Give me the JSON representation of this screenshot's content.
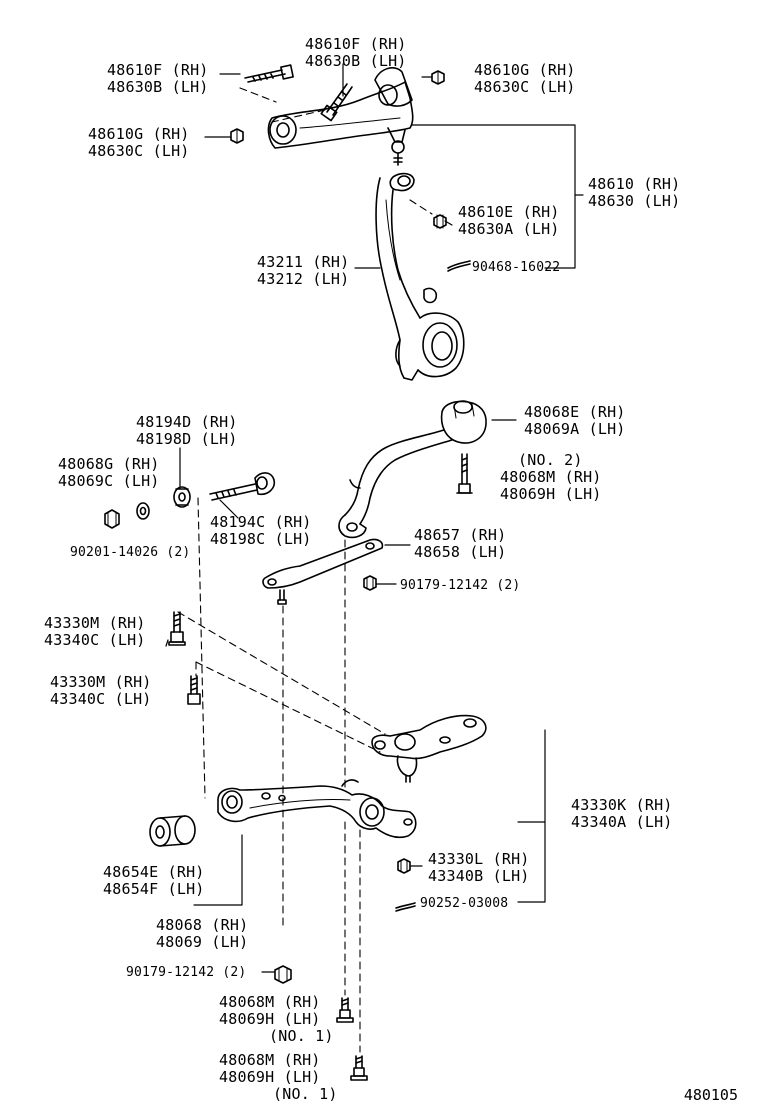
{
  "labels": {
    "l01": [
      "48610F (RH)",
      "48630B (LH)"
    ],
    "l02": [
      "48610F (RH)",
      "48630B (LH)"
    ],
    "l03": [
      "48610G (RH)",
      "48630C (LH)"
    ],
    "l04": [
      "48610G (RH)",
      "48630C (LH)"
    ],
    "l05": [
      "48610 (RH)",
      "48630 (LH)"
    ],
    "l06": [
      "48610E (RH)",
      "48630A (LH)"
    ],
    "l07": [
      "43211 (RH)",
      "43212 (LH)"
    ],
    "l08": [
      "90468-16022"
    ],
    "l09": [
      "48068E (RH)",
      "48069A (LH)"
    ],
    "l10": [
      "48194D (RH)",
      "48198D (LH)"
    ],
    "l11": [
      "48068G (RH)",
      "48069C (LH)"
    ],
    "l12": [
      "(NO. 2)",
      "48068M (RH)",
      "48069H (LH)"
    ],
    "l13": [
      "48194C (RH)",
      "48198C (LH)"
    ],
    "l14": [
      "48657 (RH)",
      "48658 (LH)"
    ],
    "l15": [
      "90201-14026 (2)"
    ],
    "l16": [
      "90179-12142 (2)"
    ],
    "l17": [
      "43330M (RH)",
      "43340C (LH)"
    ],
    "l18": [
      "43330M (RH)",
      "43340C (LH)"
    ],
    "l19": [
      "43330K (RH)",
      "43340A (LH)"
    ],
    "l20": [
      "48654E (RH)",
      "48654F (LH)"
    ],
    "l21": [
      "43330L (RH)",
      "43340B (LH)"
    ],
    "l22": [
      "90252-03008"
    ],
    "l23": [
      "48068 (RH)",
      "48069 (LH)"
    ],
    "l24": [
      "90179-12142 (2)"
    ],
    "l25": [
      "48068M (RH)",
      "48069H (LH)",
      "(NO. 1)"
    ],
    "l26": [
      "48068M (RH)",
      "48069H (LH)",
      "(NO. 1)"
    ]
  },
  "diagram_code": "480105"
}
